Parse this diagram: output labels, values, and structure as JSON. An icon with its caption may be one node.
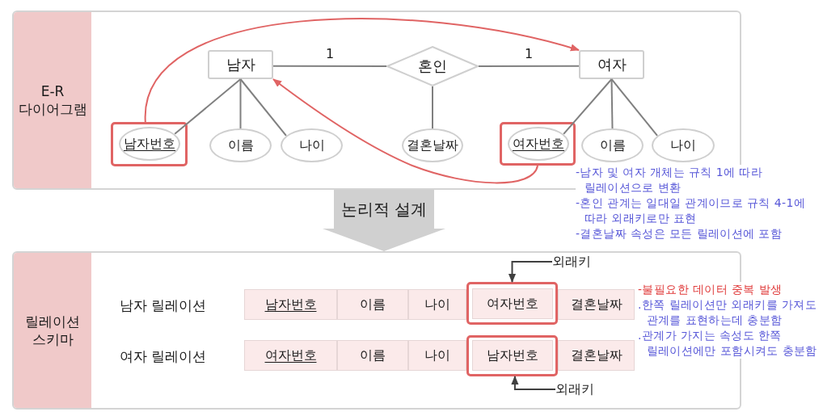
{
  "diagram": {
    "nodes": [
      {
        "text": [
          "E-R 다이어그램"
        ]
      },
      {
        "text": [
          "남자"
        ],
        "in": 0
      },
      {
        "text": [
          "혼인"
        ],
        "in": 0
      },
      {
        "text": [
          "여자"
        ],
        "in": 0
      },
      {
        "text": [],
        "shape": "box",
        "in": 0
      },
      {
        "text": [
          "남자번호"
        ],
        "in": 4
      },
      {
        "text": [
          "이름"
        ],
        "in": 0
      },
      {
        "text": [
          "나이"
        ],
        "in": 0
      },
      {
        "text": [
          "결혼날짜"
        ],
        "in": 0
      },
      {
        "text": [],
        "shape": "box",
        "in": 0
      },
      {
        "text": [
          "여자번호"
        ],
        "in": 9
      },
      {
        "text": [
          "이름"
        ],
        "in": 0
      },
      {
        "text": [
          "나이"
        ],
        "in": 0
      },
      {
        "text": [
          "릴레이션 스키마"
        ]
      },
      {
        "text": [
          "외래키"
        ],
        "in": 13
      },
      {
        "text": [
          "남자번호"
        ],
        "in": 13
      },
      {
        "text": [
          "이름"
        ],
        "in": 13
      },
      {
        "text": [
          "나이"
        ],
        "in": 13
      },
      {
        "text": [],
        "shape": "box",
        "in": 13
      },
      {
        "text": [
          "여자번호"
        ],
        "in": 18
      },
      {
        "text": [
          "결혼날짜"
        ],
        "in": 13
      },
      {
        "text": [
          "여자번호"
        ],
        "in": 13
      },
      {
        "text": [
          "이름"
        ],
        "in": 13
      },
      {
        "text": [
          "나이"
        ],
        "in": 13
      },
      {
        "text": [],
        "shape": "box",
        "in": 13
      },
      {
        "text": [
          "남자번호"
        ],
        "in": 24
      },
      {
        "text": [
          "결혼날짜"
        ],
        "in": 13
      },
      {
        "text": [
          "외래키"
        ],
        "in": 13
      }
    ],
    "edges": [
      {
        "from": 1,
        "to": 2,
        "arrow": "none",
        "label": "1"
      },
      {
        "from": 2,
        "to": 3,
        "arrow": "none",
        "label": "1"
      },
      {
        "from": 1,
        "to": 5,
        "arrow": "none"
      },
      {
        "from": 1,
        "to": 6,
        "arrow": "none"
      },
      {
        "from": 1,
        "to": 7,
        "arrow": "none"
      },
      {
        "from": 2,
        "to": 8,
        "arrow": "none"
      },
      {
        "from": 3,
        "to": 10,
        "arrow": "none"
      },
      {
        "from": 3,
        "to": 11,
        "arrow": "none"
      },
      {
        "from": 3,
        "to": 12,
        "arrow": "none"
      },
      {
        "from": 4,
        "to": 3,
        "arrow": "to",
        "color": "#e06464"
      },
      {
        "from": 9,
        "to": 1,
        "arrow": "to",
        "color": "#e06464"
      },
      {
        "from": 0,
        "to": 13,
        "arrow": "to",
        "label": "논리적 설계",
        "style": "thick",
        "color": "#d0d0d0"
      },
      {
        "from": 14,
        "to": 18,
        "arrow": "to",
        "color": "#404040"
      },
      {
        "from": 27,
        "to": 24,
        "arrow": "to",
        "color": "#404040"
      }
    ],
    "labels": [
      "-남자 및 여자 개체는 규칙 1에 따라 릴레이션으로 변환",
      "-혼인 관계는 일대일 관계이므로 규칙 4-1에 따라 외래키로만 표현",
      "-결혼날짜 속성은 모든 릴레이션에 포함",
      "남자 릴레이션",
      "여자 릴레이션",
      "-불필요한 데이터 중복 발생",
      ".한쪽 릴레이션만 외래키를 가져도 관계를 표현하는데 충분함",
      ".관계가 가지는 속성도 한쪽 릴레이션에만 포함시켜도 충분함"
    ]
  }
}
